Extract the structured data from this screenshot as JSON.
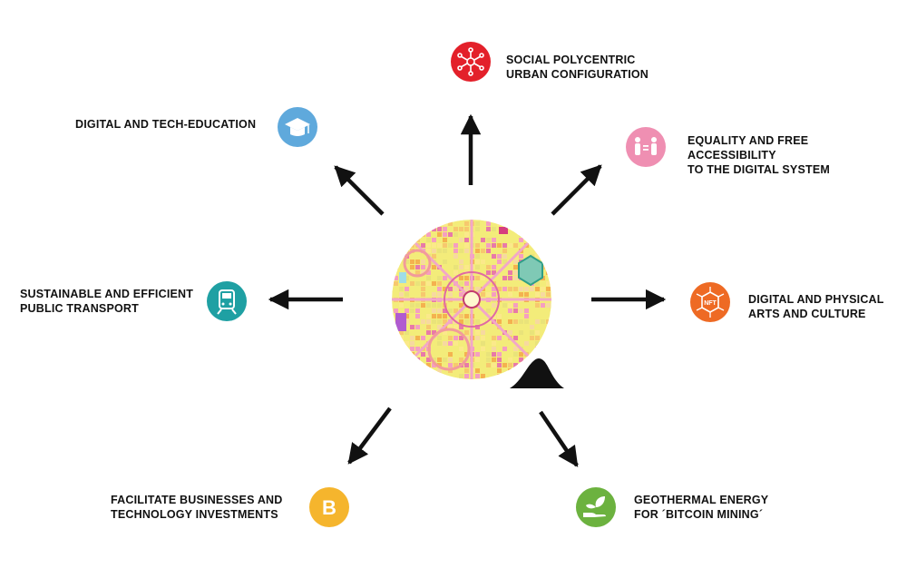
{
  "nodes": {
    "social": {
      "label": "SOCIAL POLYCENTRIC\nURBAN CONFIGURATION",
      "color": "#e3202a",
      "icon": "network-icon"
    },
    "education": {
      "label": "DIGITAL AND TECH-EDUCATION",
      "color": "#5fa9dc",
      "icon": "graduation-cap-icon"
    },
    "equality": {
      "label": "EQUALITY AND FREE\nACCESSIBILITY\nTO THE DIGITAL SYSTEM",
      "color": "#ef8fb2",
      "icon": "equality-people-icon"
    },
    "transport": {
      "label": "SUSTAINABLE AND EFFICIENT\nPUBLIC TRANSPORT",
      "color": "#1fa0a3",
      "icon": "train-icon"
    },
    "arts": {
      "label": "DIGITAL AND PHYSICAL\nARTS AND CULTURE",
      "color": "#ee6a24",
      "icon": "nft-icon",
      "icon_text": "NFT"
    },
    "business": {
      "label": "FACILITATE BUSINESSES AND\nTECHNOLOGY INVESTMENTS",
      "color": "#f5b52d",
      "icon": "bitcoin-icon",
      "icon_text": "B"
    },
    "geothermal": {
      "label": "GEOTHERMAL ENERGY\nFOR ´BITCOIN MINING´",
      "color": "#6cb23f",
      "icon": "leaf-hand-icon"
    }
  },
  "center": {
    "icon": "city-plan-circle",
    "volcano": "volcano-icon"
  }
}
